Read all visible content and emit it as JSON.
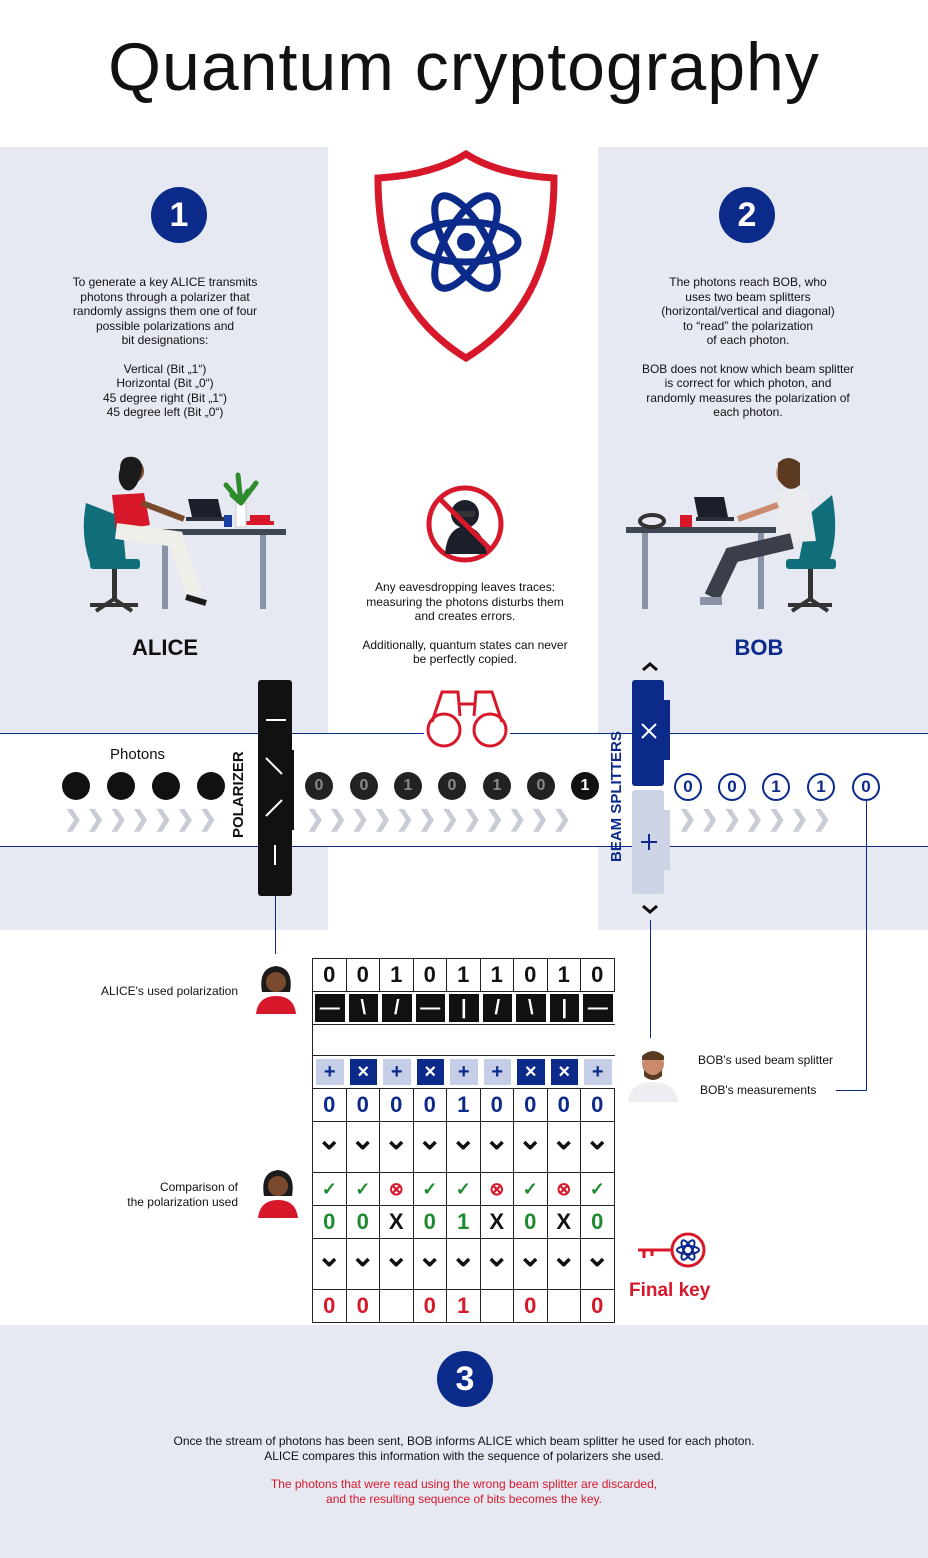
{
  "title": "Quantum cryptography",
  "step1": {
    "number": "1",
    "lines": [
      "To generate a key ALICE transmits",
      "photons through a polarizer that",
      "randomly assigns them one of four",
      "possible polarizations and",
      "bit designations:"
    ],
    "polarizations": [
      "Vertical (Bit „1“)",
      "Horizontal (Bit „0“)",
      "45 degree right (Bit „1“)",
      "45 degree left (Bit „0“)"
    ],
    "name": "ALICE"
  },
  "step2": {
    "number": "2",
    "lines": [
      "The photons reach BOB, who",
      "uses two beam splitters",
      "(horizontal/vertical and diagonal)",
      "to “read” the polarization",
      "of each photon."
    ],
    "lines2": [
      "BOB does not know which beam splitter",
      "is correct for which photon, and",
      "randomly measures the polarization of",
      "each photon."
    ],
    "name": "BOB"
  },
  "eavesdrop": {
    "lines": [
      "Any eavesdropping leaves traces:",
      "measuring the photons disturbs them",
      "and creates errors."
    ],
    "lines2": [
      "Additionally, quantum states can never",
      "be perfectly copied."
    ]
  },
  "band": {
    "photons_label": "Photons",
    "polarizer_label": "POLARIZER",
    "beam_label": "BEAM SPLITTERS",
    "sent_bits": [
      "0",
      "0",
      "1",
      "0",
      "1",
      "0",
      "1"
    ],
    "received_bits": [
      "0",
      "0",
      "1",
      "1",
      "0"
    ]
  },
  "labels": {
    "alice_polarization": "ALICE's used polarization",
    "bob_splitter": "BOB's used beam splitter",
    "bob_measurements": "BOB's measurements",
    "comparison_1": "Comparison of",
    "comparison_2": "the polarization used",
    "final_key": "Final key"
  },
  "table": {
    "alice_bits": [
      "0",
      "0",
      "1",
      "0",
      "1",
      "1",
      "0",
      "1",
      "0"
    ],
    "alice_pol": [
      "—",
      "\\",
      "/",
      "—",
      "|",
      "/",
      "\\",
      "|",
      "—"
    ],
    "bob_splitter": [
      "+",
      "×",
      "+",
      "×",
      "+",
      "+",
      "×",
      "×",
      "+"
    ],
    "bob_measure": [
      "0",
      "0",
      "0",
      "0",
      "1",
      "0",
      "0",
      "0",
      "0"
    ],
    "compare": [
      "✓",
      "✓",
      "⊗",
      "✓",
      "✓",
      "⊗",
      "✓",
      "⊗",
      "✓"
    ],
    "compare_result": [
      "0",
      "0",
      "X",
      "0",
      "1",
      "X",
      "0",
      "X",
      "0"
    ],
    "final": [
      "0",
      "0",
      "",
      "0",
      "1",
      "",
      "0",
      "",
      "0"
    ]
  },
  "step3": {
    "number": "3",
    "line1": "Once the stream of photons has been sent, BOB informs ALICE which beam splitter he used for each photon.",
    "line2": "ALICE compares this information with the sequence of polarizers she used.",
    "red1": "The photons that were read using the wrong beam splitter are discarded,",
    "red2": "and the resulting sequence of bits becomes the key."
  },
  "colors": {
    "navy": "#0b2a8a",
    "red": "#d7182a",
    "green": "#1c8a2e",
    "panel": "#e6e9f2"
  }
}
